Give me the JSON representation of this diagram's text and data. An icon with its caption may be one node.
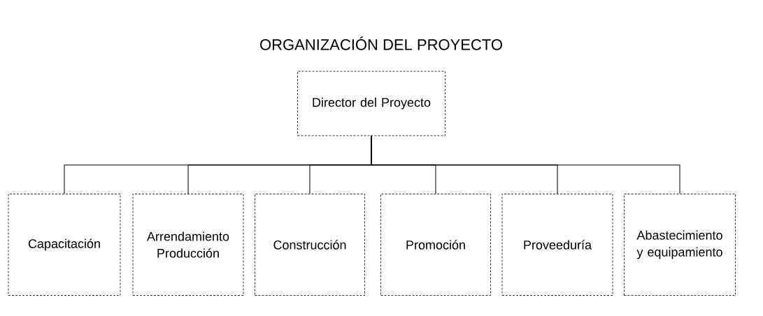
{
  "diagram": {
    "title": "ORGANIZACIÓN DEL PROYECTO",
    "nodes": [
      {
        "text": [
          "Director del Proyecto"
        ]
      },
      {
        "text": [
          "Capacitación"
        ]
      },
      {
        "text": [
          "Arrendamiento Producción"
        ]
      },
      {
        "text": [
          "Construcción"
        ]
      },
      {
        "text": [
          "Promoción"
        ]
      },
      {
        "text": [
          "Proveeduría"
        ]
      },
      {
        "text": [
          "Abastecimiento y equipamiento"
        ]
      }
    ],
    "edges": [
      {
        "from": 0,
        "to": 1,
        "arrow": "none"
      },
      {
        "from": 0,
        "to": 2,
        "arrow": "none"
      },
      {
        "from": 0,
        "to": 3,
        "arrow": "none"
      },
      {
        "from": 0,
        "to": 4,
        "arrow": "none"
      },
      {
        "from": 0,
        "to": 5,
        "arrow": "none"
      },
      {
        "from": 0,
        "to": 6,
        "arrow": "none"
      }
    ]
  }
}
